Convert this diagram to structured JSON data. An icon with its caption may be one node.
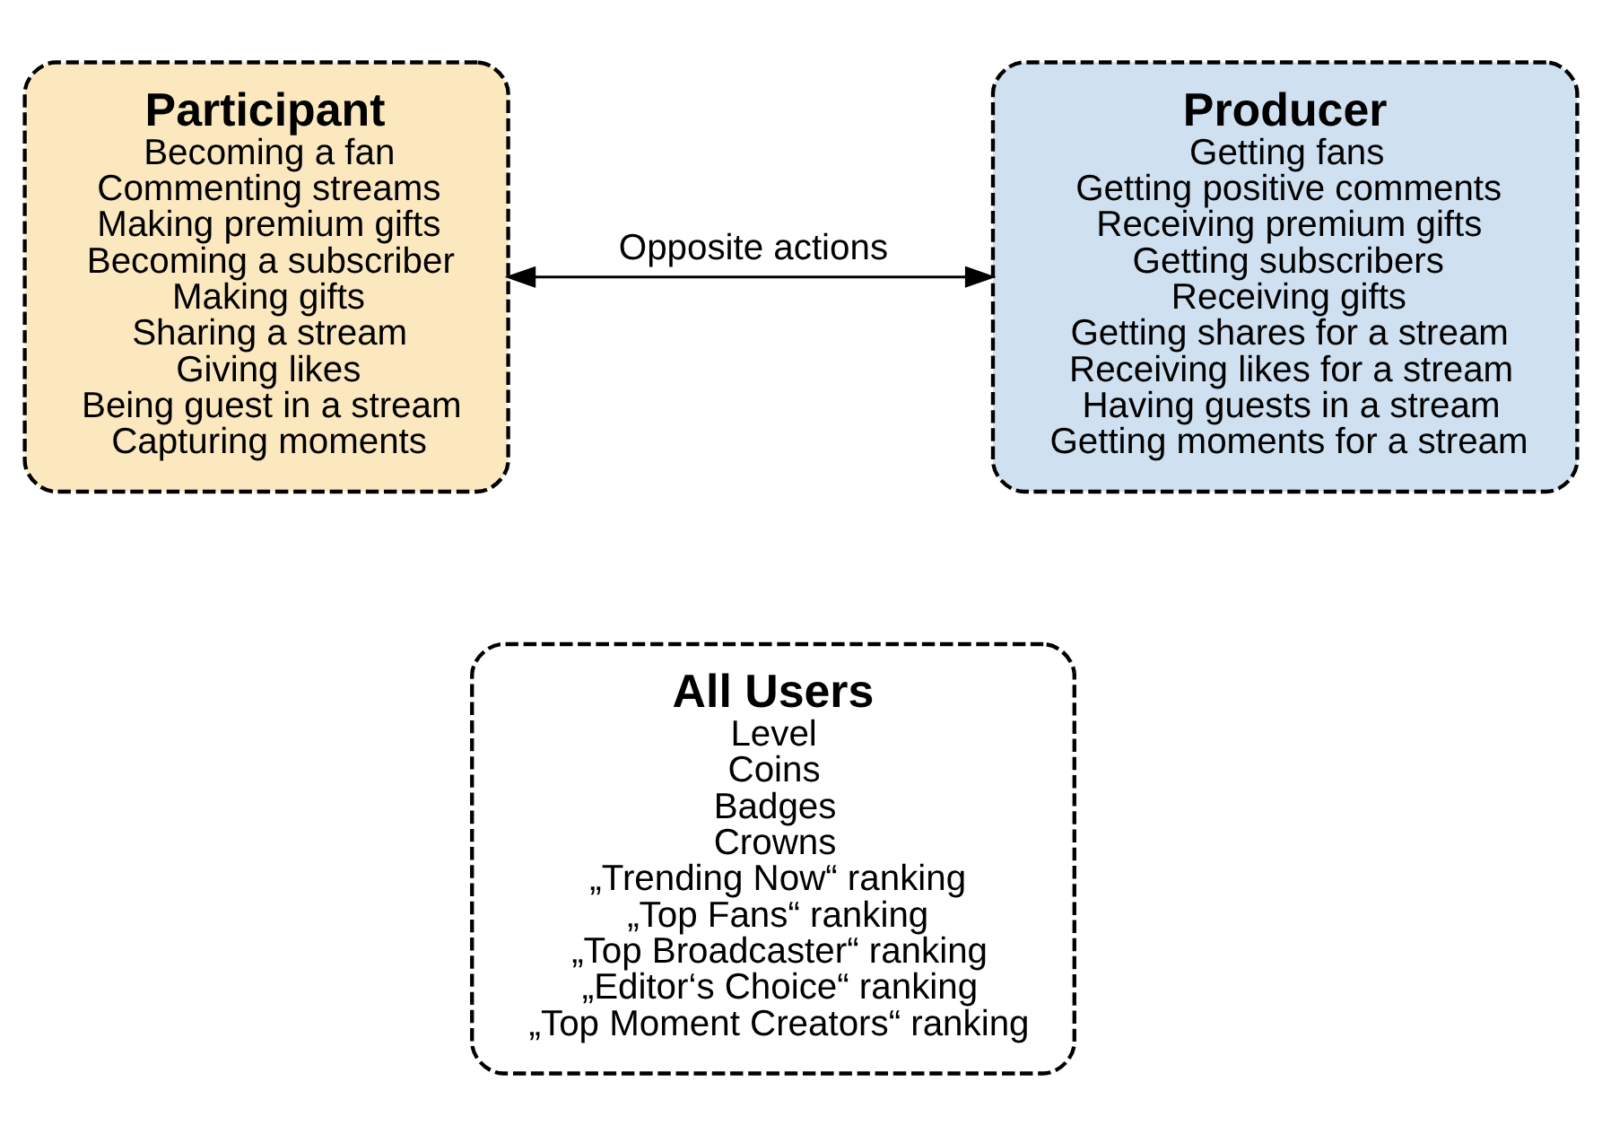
{
  "diagram": {
    "nodes": [
      {
        "text": [
          "Participant",
          "Becoming a fan",
          "Commenting streams",
          "Making premium gifts",
          "Becoming a subscriber",
          "Making gifts",
          "Sharing a stream",
          "Giving likes",
          "Being guest in a stream",
          "Capturing moments"
        ]
      },
      {
        "text": [
          "Producer",
          "Getting fans",
          "Getting positive comments",
          "Receiving premium gifts",
          "Getting subscribers",
          "Receiving gifts",
          "Getting shares for a stream",
          "Receiving likes for a stream",
          "Having guests in a stream",
          "Getting moments for a stream"
        ]
      },
      {
        "text": [
          "All Users",
          "Level",
          "Coins",
          "Badges",
          "Crowns",
          "„Trending Now“ ranking",
          "„Top Fans“ ranking",
          "„Top Broadcaster“ ranking",
          "„Editor‘s Choice“ ranking",
          "„Top Moment Creators“ ranking"
        ]
      }
    ],
    "edges": [
      {
        "from": 0,
        "to": 1,
        "arrow": "both",
        "label": "Opposite actions"
      }
    ]
  }
}
